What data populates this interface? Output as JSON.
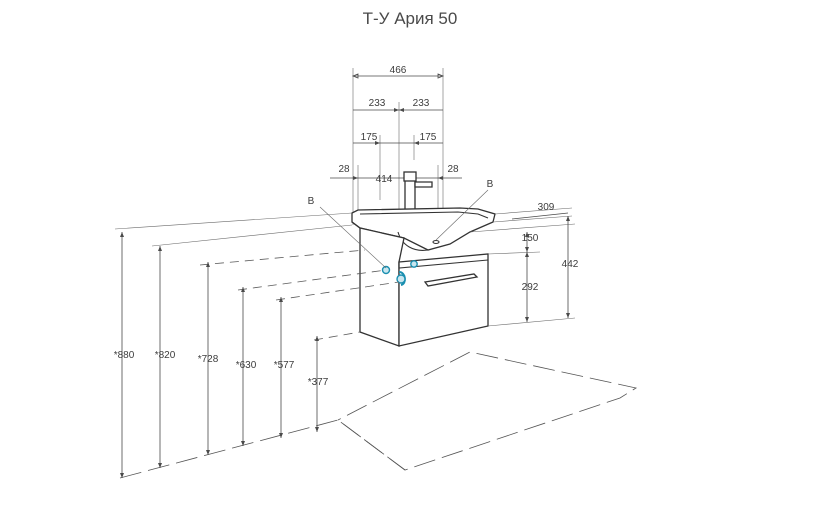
{
  "title": "Т-У Ария 50",
  "dimensions": {
    "width_total": "466",
    "half_left": "233",
    "half_right": "233",
    "offset_left": "175",
    "offset_right": "175",
    "inner_width": "414",
    "margin_left": "28",
    "margin_right": "28",
    "depth": "309",
    "basin_height": "150",
    "drawer_height": "292",
    "total_height": "442",
    "h880": "*880",
    "h820": "*820",
    "h728": "*728",
    "h630": "*630",
    "h577": "*577",
    "h377": "*377"
  },
  "markers": {
    "left": "B",
    "right": "B"
  },
  "colors": {
    "line": "#4a4a4a",
    "port": "#1a8fb0"
  }
}
